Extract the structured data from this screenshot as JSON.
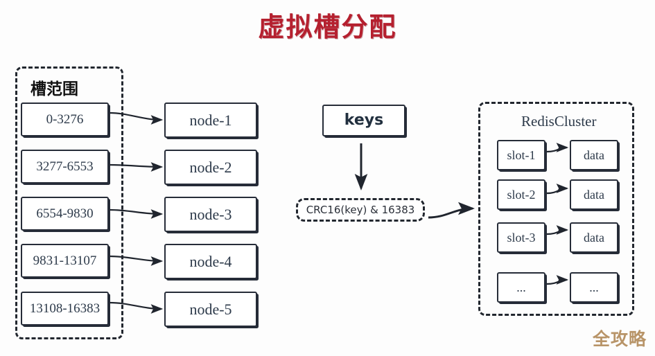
{
  "title": "虚拟槽分配",
  "theme": {
    "title_color": "#b5202f",
    "box_border_color": "#262c38",
    "box_text_color": "#2d3a4a",
    "dashed_border_color": "#22272f",
    "watermark_color": "#b89468",
    "background": "#fdfdfd"
  },
  "slot_range_group": {
    "label": "槽范围",
    "ranges": [
      {
        "text": "0-3276"
      },
      {
        "text": "3277-6553"
      },
      {
        "text": "6554-9830"
      },
      {
        "text": "9831-13107"
      },
      {
        "text": "13108-16383"
      }
    ]
  },
  "nodes": [
    {
      "text": "node-1"
    },
    {
      "text": "node-2"
    },
    {
      "text": "node-3"
    },
    {
      "text": "node-4"
    },
    {
      "text": "node-5"
    }
  ],
  "hash_flow": {
    "keys_label": "keys",
    "formula": "CRC16(key) & 16383"
  },
  "cluster": {
    "label": "RedisCluster",
    "rows": [
      {
        "slot": "slot-1",
        "data": "data"
      },
      {
        "slot": "slot-2",
        "data": "data"
      },
      {
        "slot": "slot-3",
        "data": "data"
      },
      {
        "slot": "...",
        "data": "..."
      }
    ]
  },
  "watermark": "全攻略"
}
